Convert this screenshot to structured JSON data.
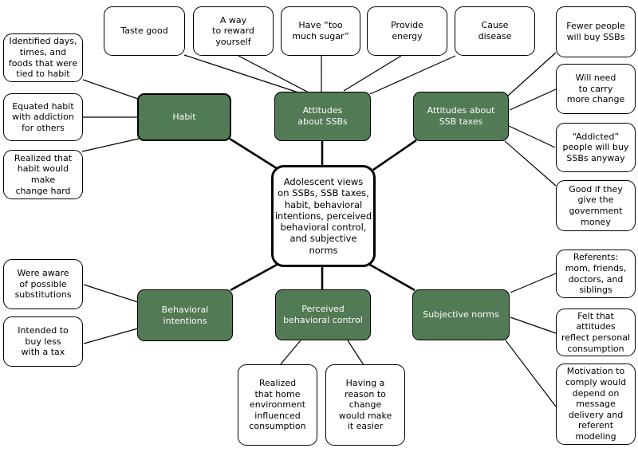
{
  "colors": {
    "branch_fill": "#527a55",
    "branch_text": "#fcfcfc",
    "leaf_fill": "#ffffff",
    "line": "#000000"
  },
  "center": {
    "label": "Adolescent views\non SSBs, SSB taxes,\nhabit, behavioral\nintentions, perceived\nbehavioral control,\nand subjective norms"
  },
  "branches": [
    {
      "id": "habit",
      "label": "Habit",
      "leaves": [
        "Identified days,\ntimes, and\nfoods that were\ntied to habit",
        "Equated habit\nwith addiction\nfor others",
        "Realized that\nhabit would\nmake\nchange hard"
      ]
    },
    {
      "id": "attitudes-about-ssbs",
      "label": "Attitudes\nabout SSBs",
      "leaves": [
        "Taste good",
        "A way\nto reward\nyourself",
        "Have “too\nmuch sugar”",
        "Provide\nenergy",
        "Cause\ndisease"
      ]
    },
    {
      "id": "attitudes-about-ssb-taxes",
      "label": "Attitudes about\nSSB taxes",
      "leaves": [
        "Fewer people\nwill buy SSBs",
        "Will need\nto carry\nmore change",
        "“Addicted”\npeople will buy\nSSBs anyway",
        "Good if they\ngive the\ngovernment\nmoney"
      ]
    },
    {
      "id": "behavioral-intentions",
      "label": "Behavioral\nintentions",
      "leaves": [
        "Were aware\nof possible\nsubstitutions",
        "Intended to\nbuy less\nwith a tax"
      ]
    },
    {
      "id": "perceived-behavioral-control",
      "label": "Perceived\nbehavioral control",
      "leaves": [
        "Realized\nthat home\nenvironment\ninfluenced\nconsumption",
        "Having a\nreason to\nchange\nwould make\nit easier"
      ]
    },
    {
      "id": "subjective-norms",
      "label": "Subjective norms",
      "leaves": [
        "Referents:\nmom, friends,\ndoctors, and\nsiblings",
        "Felt that\nattitudes\nreflect personal\nconsumption",
        "Motivation to\ncomply would\ndepend on\nmessage\ndelivery and\nreferent\nmodeling"
      ]
    }
  ]
}
